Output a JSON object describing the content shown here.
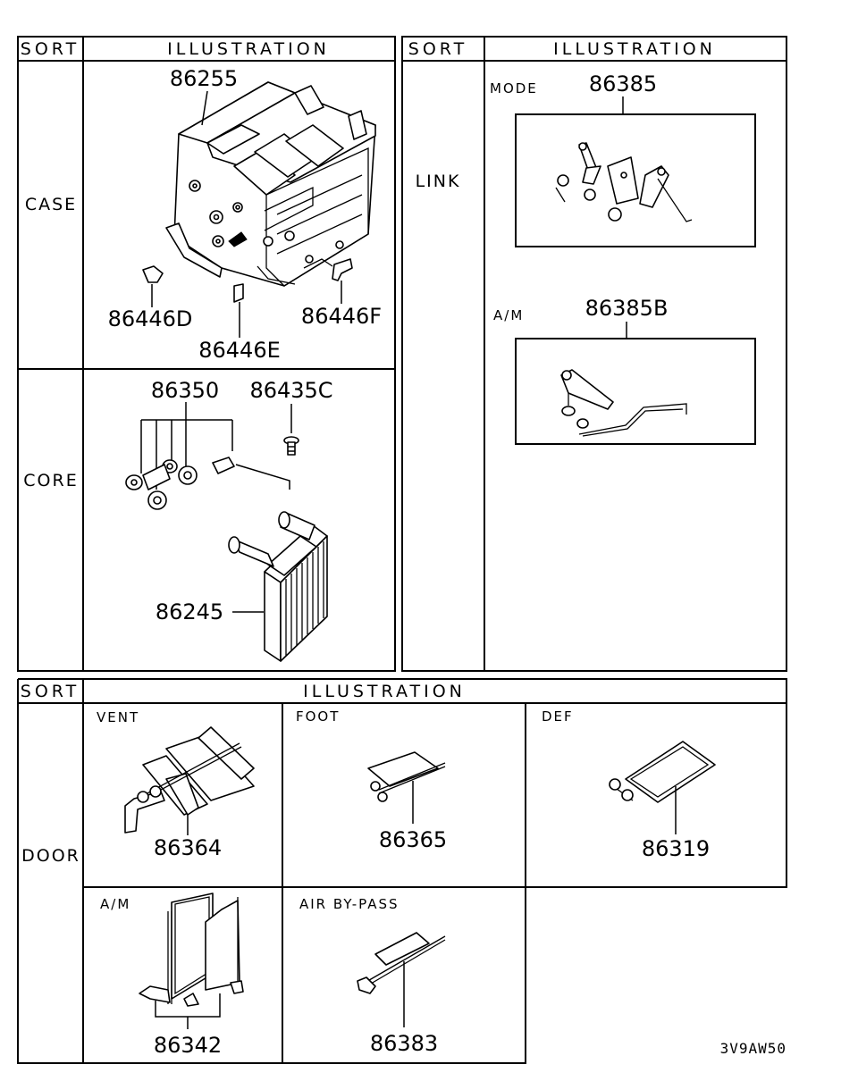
{
  "headers": {
    "left_sort": "SORT",
    "left_illustration": "ILLUSTRATION",
    "right_sort": "SORT",
    "right_illustration": "ILLUSTRATION",
    "bottom_sort": "SORT",
    "bottom_illustration": "ILLUSTRATION"
  },
  "sections": {
    "case": "CASE",
    "core": "CORE",
    "link": "LINK",
    "door": "DOOR"
  },
  "sublabels": {
    "mode": "MODE",
    "am_link": "A/M",
    "vent": "VENT",
    "foot": "FOOT",
    "def": "DEF",
    "am_door": "A/M",
    "air_bypass": "AIR BY-PASS"
  },
  "parts": {
    "case_main": "86255",
    "case_d": "86446D",
    "case_e": "86446E",
    "case_f": "86446F",
    "core_packing": "86350",
    "core_screw": "86435C",
    "core_heater": "86245",
    "link_mode": "86385",
    "link_am": "86385B",
    "door_vent": "86364",
    "door_foot": "86365",
    "door_def": "86319",
    "door_am": "86342",
    "door_bypass": "86383"
  },
  "diagram_code": "3V9AW50"
}
